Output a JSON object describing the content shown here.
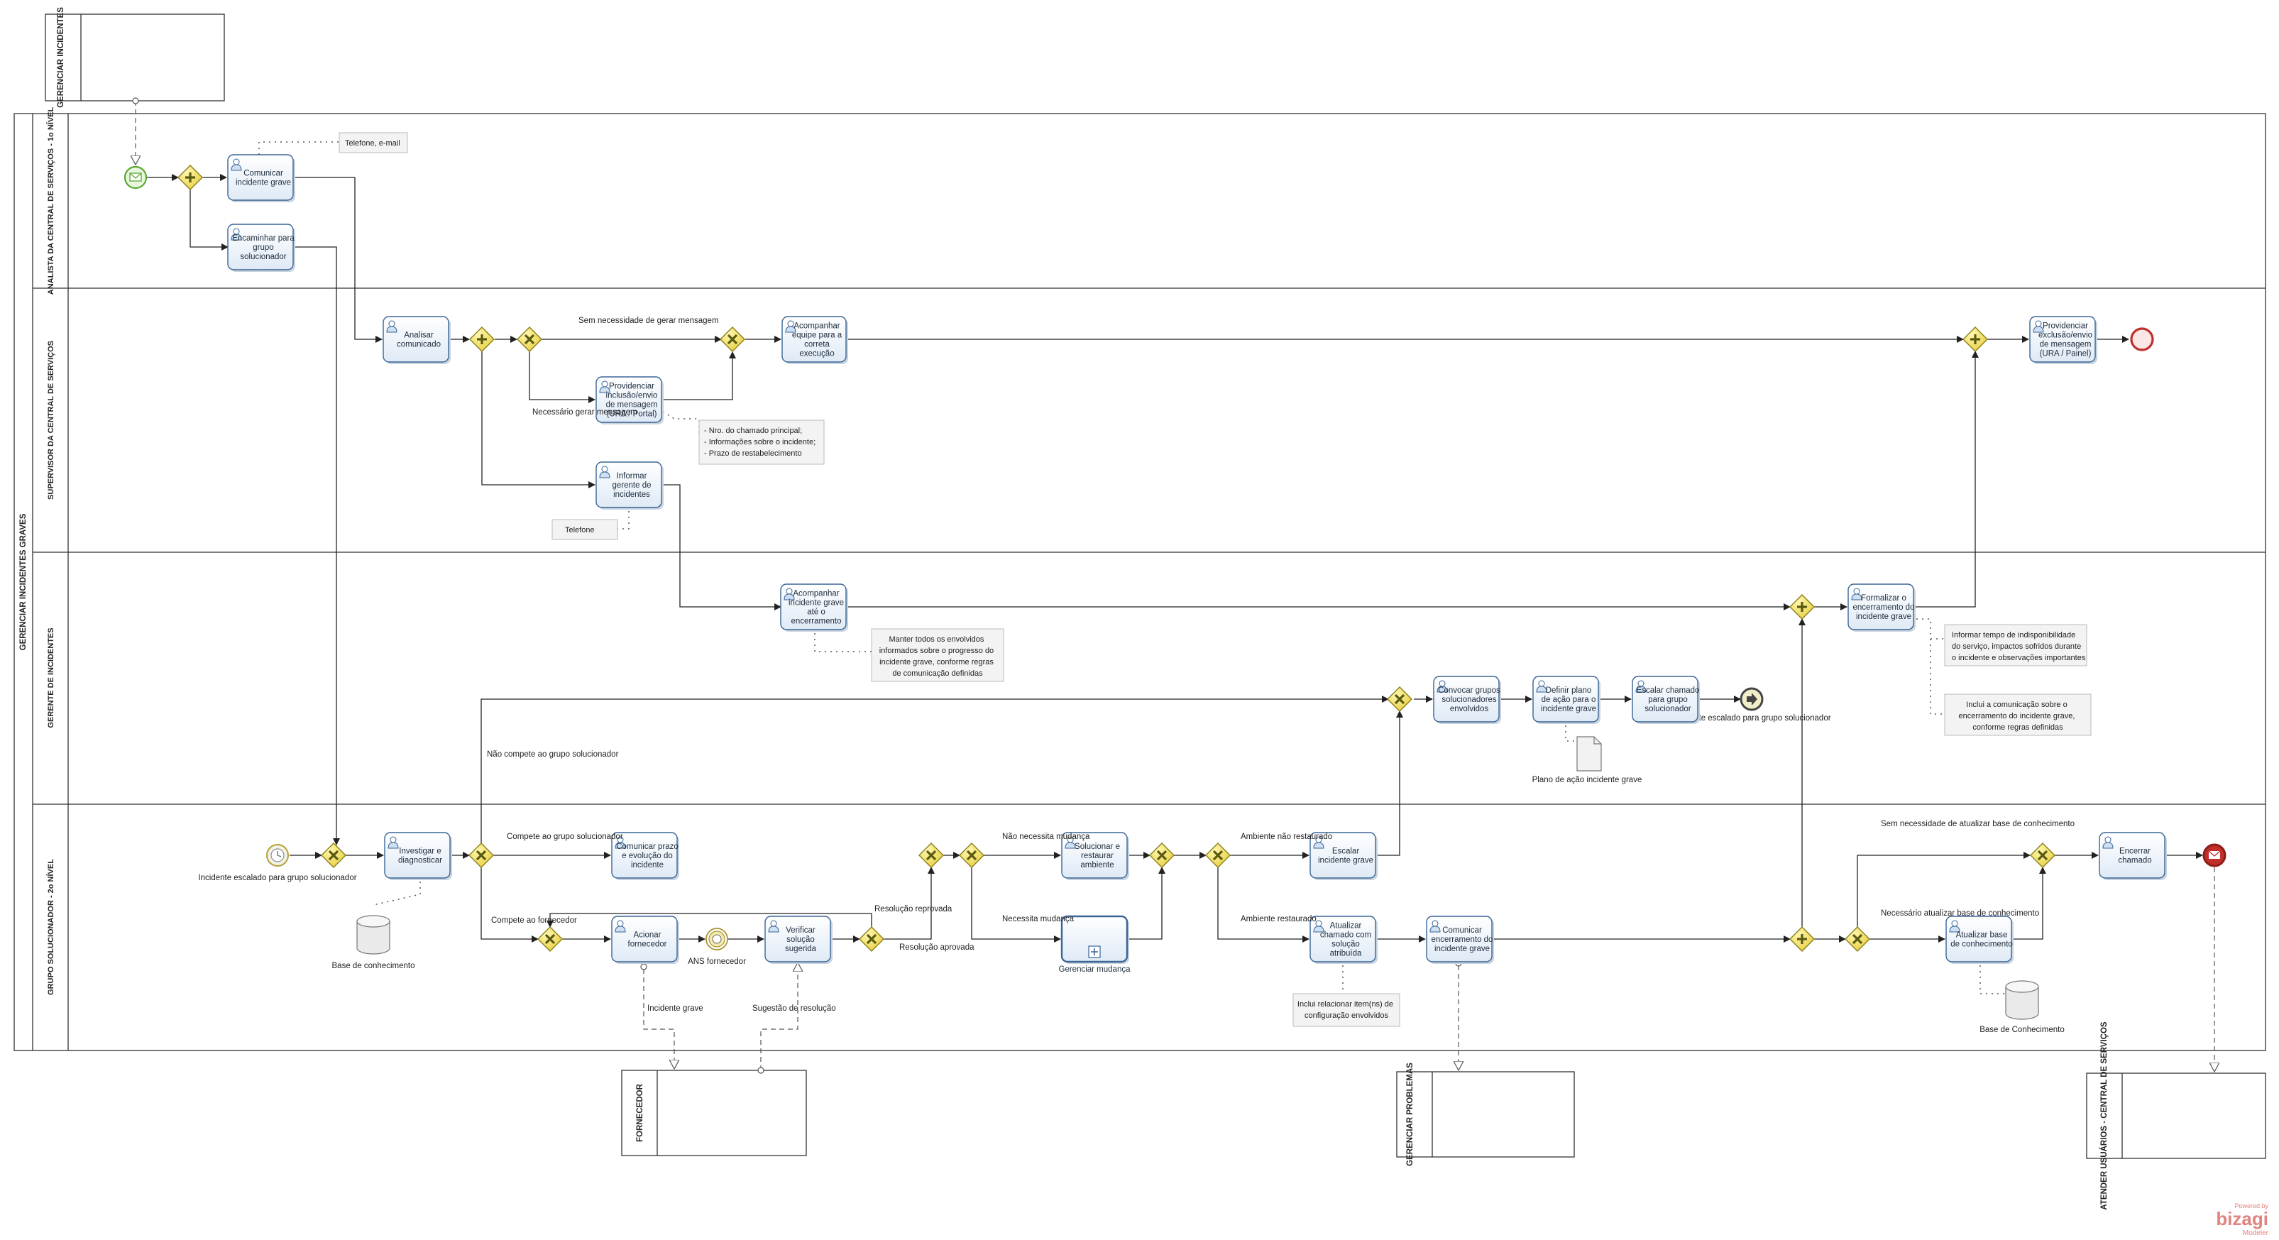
{
  "diagram": {
    "main_pool": "GERENCIAR INCIDENTES GRAVES",
    "lanes": [
      "ANALISTA DA CENTRAL DE SERVIÇOS - 1o NÍVEL",
      "SUPERVISOR DA CENTRAL DE SERVIÇOS",
      "GERENTE DE INCIDENTES",
      "GRUPO SOLUCIONADOR - 2o NÍVEL"
    ],
    "external_pools": {
      "gerenciar_incidentes": "GERENCIAR INCIDENTES",
      "fornecedor": "FORNECEDOR",
      "gerenciar_problemas": "GERENCIAR PROBLEMAS",
      "atender_usuarios": "ATENDER USUÁRIOS - CENTRAL DE SERVIÇOS"
    },
    "tasks": {
      "comunicar_incidente_grave": "Comunicar incidente grave",
      "encaminhar_grupo": "Encaminhar para grupo solucionador",
      "analisar_comunicado": "Analisar comunicado",
      "acompanhar_equipe": "Acompanhar equipe para a correta execução",
      "providenciar_inclusao": "Providenciar inclusão/envio de mensagem (URA / Portal)",
      "informar_gerente": "Informar gerente de incidentes",
      "providenciar_exclusao": "Providenciar exclusão/envio de mensagem (URA / Painel)",
      "acompanhar_incidente": "Acompanhar incidente grave até o encerramento",
      "formalizar_encerramento": "Formalizar o encerramento do incidente grave",
      "convocar_grupos": "Convocar grupos solucionadores envolvidos",
      "definir_plano": "Definir plano de ação para o incidente grave",
      "escalar_chamado_grupo": "Escalar chamado para grupo solucionador",
      "investigar_diagnosticar": "Investigar e diagnosticar",
      "comunicar_prazo": "Comunicar prazo e evolução do incidente",
      "acionar_fornecedor": "Acionar fornecedor",
      "verificar_solucao": "Verificar solução sugerida",
      "solucionar_restaurar": "Solucionar e restaurar ambiente",
      "gerenciar_mudanca": "Gerenciar mudança",
      "escalar_incidente": "Escalar incidente grave",
      "atualizar_chamado": "Atualizar chamado com solução atribuída",
      "comunicar_encerramento": "Comunicar encerramento do incidente grave",
      "atualizar_base": "Atualizar base de conhecimento",
      "encerrar_chamado": "Encerrar chamado"
    },
    "labels": {
      "sem_necessidade_mensagem": "Sem necessidade de gerar mensagem",
      "necessario_mensagem": "Necessário gerar mensagem",
      "nao_compete": "Não compete ao grupo solucionador",
      "compete_grupo": "Compete ao grupo solucionador",
      "compete_fornecedor": "Compete ao fornecedor",
      "resolucao_reprovada": "Resolução reprovada",
      "resolucao_aprovada": "Resolução aprovada",
      "nao_necessita_mudanca": "Não necessita mudança",
      "necessita_mudanca": "Necessita mudança",
      "ambiente_nao_restaurado": "Ambiente não restaurado",
      "ambiente_restaurado": "Ambiente restaurado",
      "sem_necessidade_base": "Sem necessidade de atualizar base de conhecimento",
      "necessario_base": "Necessário atualizar base de conhecimento",
      "incidente_escalado_start": "Incidente escalado para grupo solucionador",
      "incidente_escalado_end": "Incidente escalado para grupo solucionador",
      "ans_fornecedor": "ANS fornecedor",
      "incidente_grave_msg": "Incidente grave",
      "sugestao_resolucao": "Sugestão de resolução",
      "base_conhecimento_1": "Base de conhecimento",
      "base_conhecimento_2": "Base de Conhecimento",
      "plano_acao_doc": "Plano de ação incidente grave"
    },
    "annotations": {
      "telefone_email": "Telefone, e-mail",
      "nro_chamado": "- Nro. do chamado principal;",
      "info_incidente": "- Informações sobre o incidente;",
      "prazo": "- Prazo de restabelecimento",
      "telefone": "Telefone",
      "manter_todos": "Manter todos os envolvidos informados sobre o progresso do incidente grave, conforme regras de comunicação definidas",
      "informar_tempo": "Informar tempo de indisponibilidade do serviço, impactos sofridos durante o incidente e observações importantes",
      "incluir_comunicacao": "Inclui a comunicação sobre o encerramento do incidente grave, conforme regras definidas",
      "inclui_relacionar": "Inclui relacionar item(ns) de configuração envolvidos"
    },
    "watermark": {
      "powered": "Powered by",
      "brand": "bizagi",
      "product": "Modeler"
    }
  },
  "colors": {
    "task_fill": "#eef4fb",
    "task_stroke": "#3a6596",
    "gateway_fill": "#ffe875",
    "gateway_stroke": "#8a7f1c",
    "start_stroke": "#5aa832",
    "end_stroke": "#c0302b",
    "watermark": "#e0837f"
  }
}
